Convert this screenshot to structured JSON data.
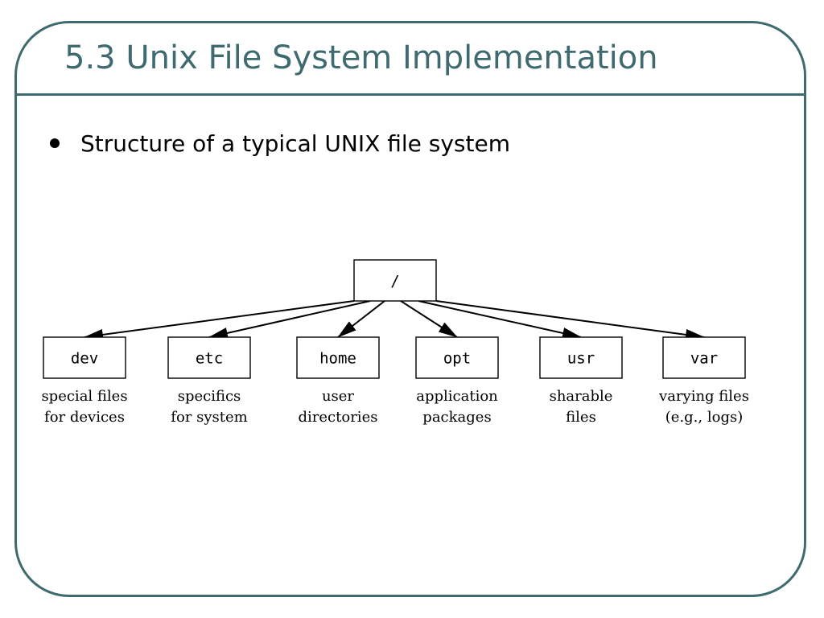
{
  "slide": {
    "title": "5.3 Unix File System Implementation",
    "bullet": "Structure of a typical UNIX file system"
  },
  "diagram": {
    "root": {
      "label": "/"
    },
    "children": [
      {
        "label": "dev",
        "desc": [
          "special files",
          "for devices"
        ]
      },
      {
        "label": "etc",
        "desc": [
          "specifics",
          "for system"
        ]
      },
      {
        "label": "home",
        "desc": [
          "user",
          "directories"
        ]
      },
      {
        "label": "opt",
        "desc": [
          "application",
          "packages"
        ]
      },
      {
        "label": "usr",
        "desc": [
          "sharable",
          "files"
        ]
      },
      {
        "label": "var",
        "desc": [
          "varying files",
          "(e.g., logs)"
        ]
      }
    ]
  },
  "colors": {
    "accent": "#3e6a70",
    "ink": "#000000"
  }
}
